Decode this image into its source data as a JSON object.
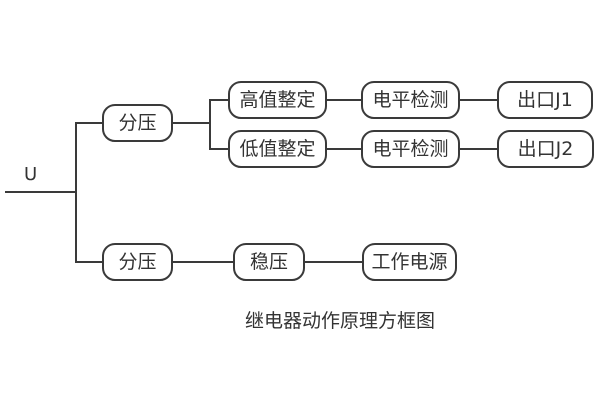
{
  "diagram": {
    "title": "继电器动作原理方框图",
    "input_label": "U",
    "nodes": {
      "fenya_top": "分压",
      "gaozhi_zhengding": "高值整定",
      "dianping_jiance_1": "电平检测",
      "chukou_j1": "出口J1",
      "dizhi_zhengding": "低值整定",
      "dianping_jiance_2": "电平检测",
      "chukou_j2": "出口J2",
      "fenya_bottom": "分压",
      "wenya": "稳压",
      "gongzuo_dianyuan": "工作电源"
    },
    "edges": [
      {
        "from": "U",
        "to": "fenya_top"
      },
      {
        "from": "U",
        "to": "fenya_bottom"
      },
      {
        "from": "fenya_top",
        "to": "gaozhi_zhengding"
      },
      {
        "from": "fenya_top",
        "to": "dizhi_zhengding"
      },
      {
        "from": "gaozhi_zhengding",
        "to": "dianping_jiance_1"
      },
      {
        "from": "dianping_jiance_1",
        "to": "chukou_j1"
      },
      {
        "from": "dizhi_zhengding",
        "to": "dianping_jiance_2"
      },
      {
        "from": "dianping_jiance_2",
        "to": "chukou_j2"
      },
      {
        "from": "fenya_bottom",
        "to": "wenya"
      },
      {
        "from": "wenya",
        "to": "gongzuo_dianyuan"
      }
    ],
    "colors": {
      "line": "#3a3a3a",
      "text": "#333333",
      "background": "#ffffff"
    }
  }
}
